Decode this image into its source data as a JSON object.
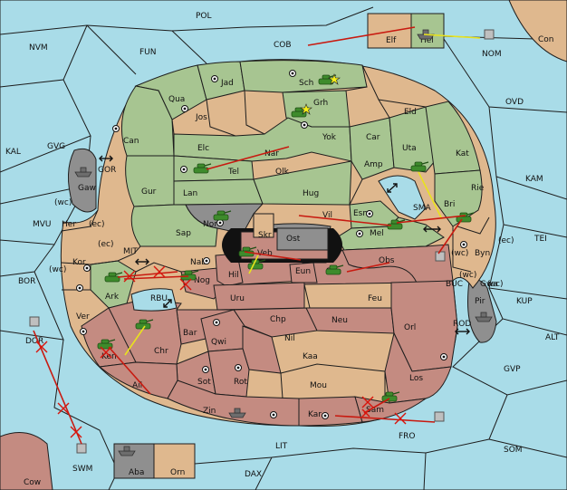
{
  "map": {
    "seas": {
      "POL": "POL",
      "NVM": "NVM",
      "FUN": "FUN",
      "COB": "COB",
      "NOM": "NOM",
      "OVD": "OVD",
      "KAL": "KAL",
      "GVG": "GVG",
      "KAM": "KAM",
      "MVU": "MVU",
      "TEI": "TEI",
      "BOR": "BOR",
      "KUP": "KUP",
      "ALT": "ALT",
      "GVP": "GVP",
      "DOR": "DOR",
      "SOM": "SOM",
      "LIT": "LIT",
      "DAX": "DAX",
      "FRO": "FRO",
      "SWM": "SWM",
      "GOR": "GOR",
      "MIT": "MIT",
      "RBU": "RBU",
      "BUC": "BUC",
      "ROD": "ROD",
      "SMA": "SMA"
    },
    "lands": {
      "Con": "Con",
      "Elf": "Elf",
      "Hel": "Hel",
      "Cow": "Cow",
      "Aba": "Aba",
      "Orn": "Orn",
      "Jad": "Jad",
      "Sch": "Sch",
      "Qua": "Qua",
      "Jos": "Jos",
      "Grh": "Grh",
      "Eld": "Eld",
      "Can": "Can",
      "Elc": "Elc",
      "Nar": "Nar",
      "Yok": "Yok",
      "Car": "Car",
      "Uta": "Uta",
      "Kat": "Kat",
      "Tel": "Tel",
      "Olk": "Olk",
      "Amp": "Amp",
      "Gur": "Gur",
      "Lan": "Lan",
      "Hug": "Hug",
      "Rie": "Rie",
      "Gaw": "Gaw",
      "Nor": "Nor",
      "Skr": "Skr",
      "Vil": "Vil",
      "Esm": "Esm",
      "Bri": "Bri",
      "Sap": "Sap",
      "Ost": "Ost",
      "Mel": "Mel",
      "Byn": "Byn",
      "Her": "Her",
      "Veb": "Veb",
      "Obs": "Obs",
      "Kor": "Kor",
      "Nab": "Nab",
      "Hil": "Hil",
      "Eun": "Eun",
      "Sun": "Sun",
      "Gwa": "Gwa",
      "Nog": "Nog",
      "Ark": "Ark",
      "Uru": "Uru",
      "Feu": "Feu",
      "Pir": "Pir",
      "Ver": "Ver",
      "Chp": "Chp",
      "Neu": "Neu",
      "Bar": "Bar",
      "Qwi": "Qwi",
      "Nil": "Nil",
      "Orl": "Orl",
      "Chr": "Chr",
      "Ken": "Ken",
      "Kaa": "Kaa",
      "Sot": "Sot",
      "Rot": "Rot",
      "Los": "Los",
      "Ail": "Ail",
      "Mou": "Mou",
      "Zin": "Zin",
      "Kar": "Kar",
      "Sam": "Sam"
    },
    "coast_markers": {
      "wc_her": "(wc)",
      "ec_her": "(ec)",
      "ec_kor": "(ec)",
      "wc_kor": "(wc)",
      "ec_byn": "(ec)",
      "wc_byn": "(wc)",
      "wc_gwa": "(wc)",
      "ec_gwa": "(ec)"
    }
  },
  "colors": {
    "sea": "#a9dce8",
    "power_green": "#a7c591",
    "neutral_tan": "#dfb88e",
    "power_red": "#c48b81",
    "power_grey": "#8f8f8f",
    "order_move": "#c81a10",
    "order_support": "#e9e31c"
  },
  "icons": {
    "army": "tank-icon",
    "fleet": "ship-icon",
    "supply_center": "supply-center-icon",
    "dislodged": "star-icon",
    "failed_order": "x-icon",
    "canal": "double-arrow-icon"
  }
}
